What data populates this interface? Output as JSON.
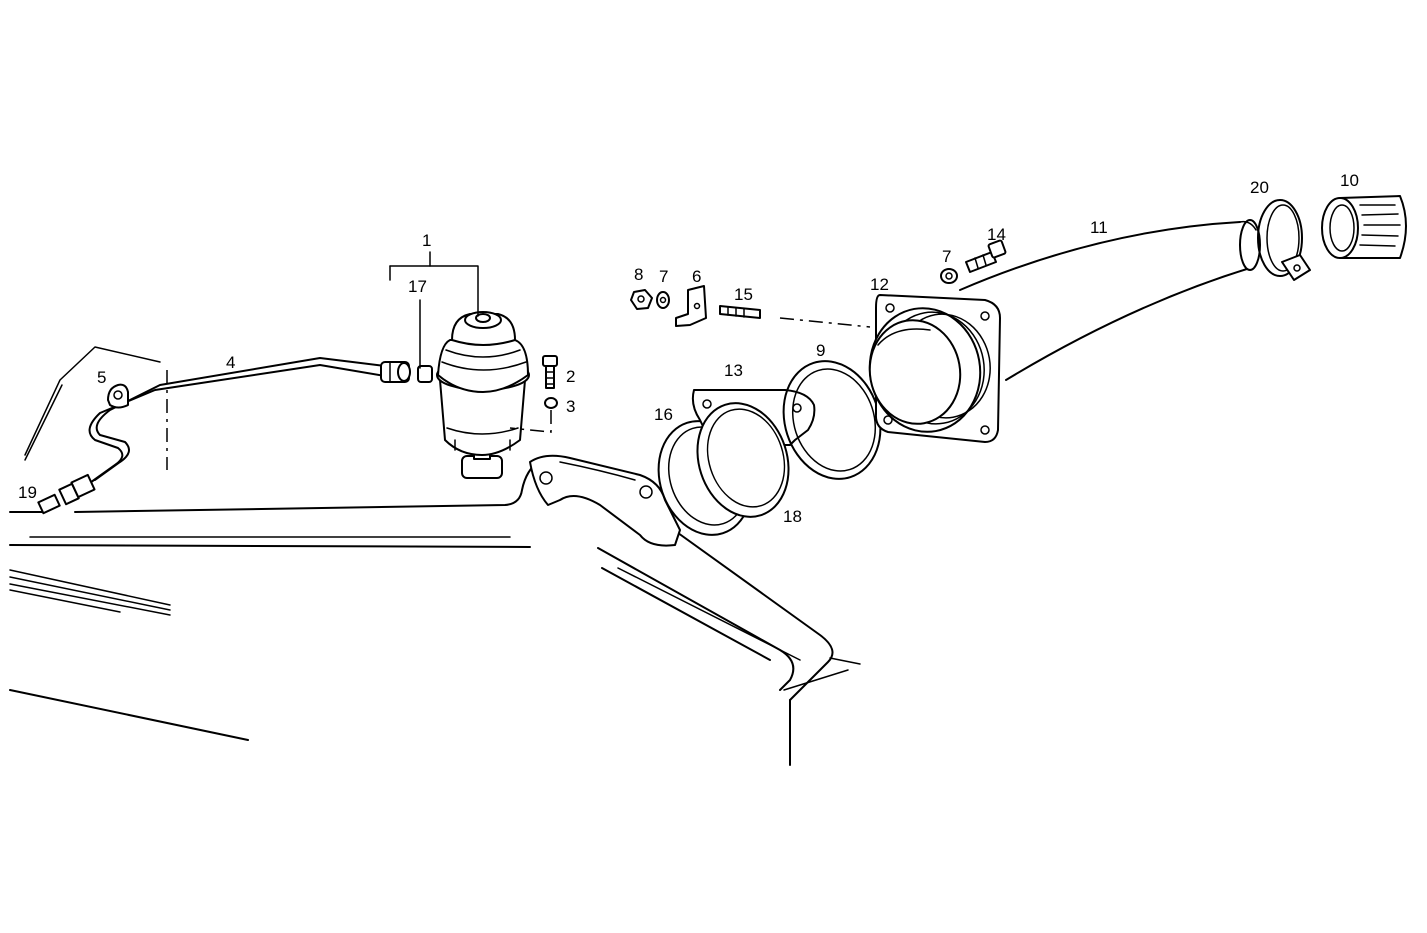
{
  "labels": {
    "p1": "1",
    "p2": "2",
    "p3": "3",
    "p4": "4",
    "p5": "5",
    "p6": "6",
    "p7a": "7",
    "p7b": "7",
    "p8": "8",
    "p9": "9",
    "p10": "10",
    "p11": "11",
    "p12": "12",
    "p13": "13",
    "p14": "14",
    "p15": "15",
    "p16": "16",
    "p17": "17",
    "p18": "18",
    "p19": "19",
    "p20": "20"
  },
  "colors": {
    "line": "#000000",
    "background": "#ffffff"
  }
}
